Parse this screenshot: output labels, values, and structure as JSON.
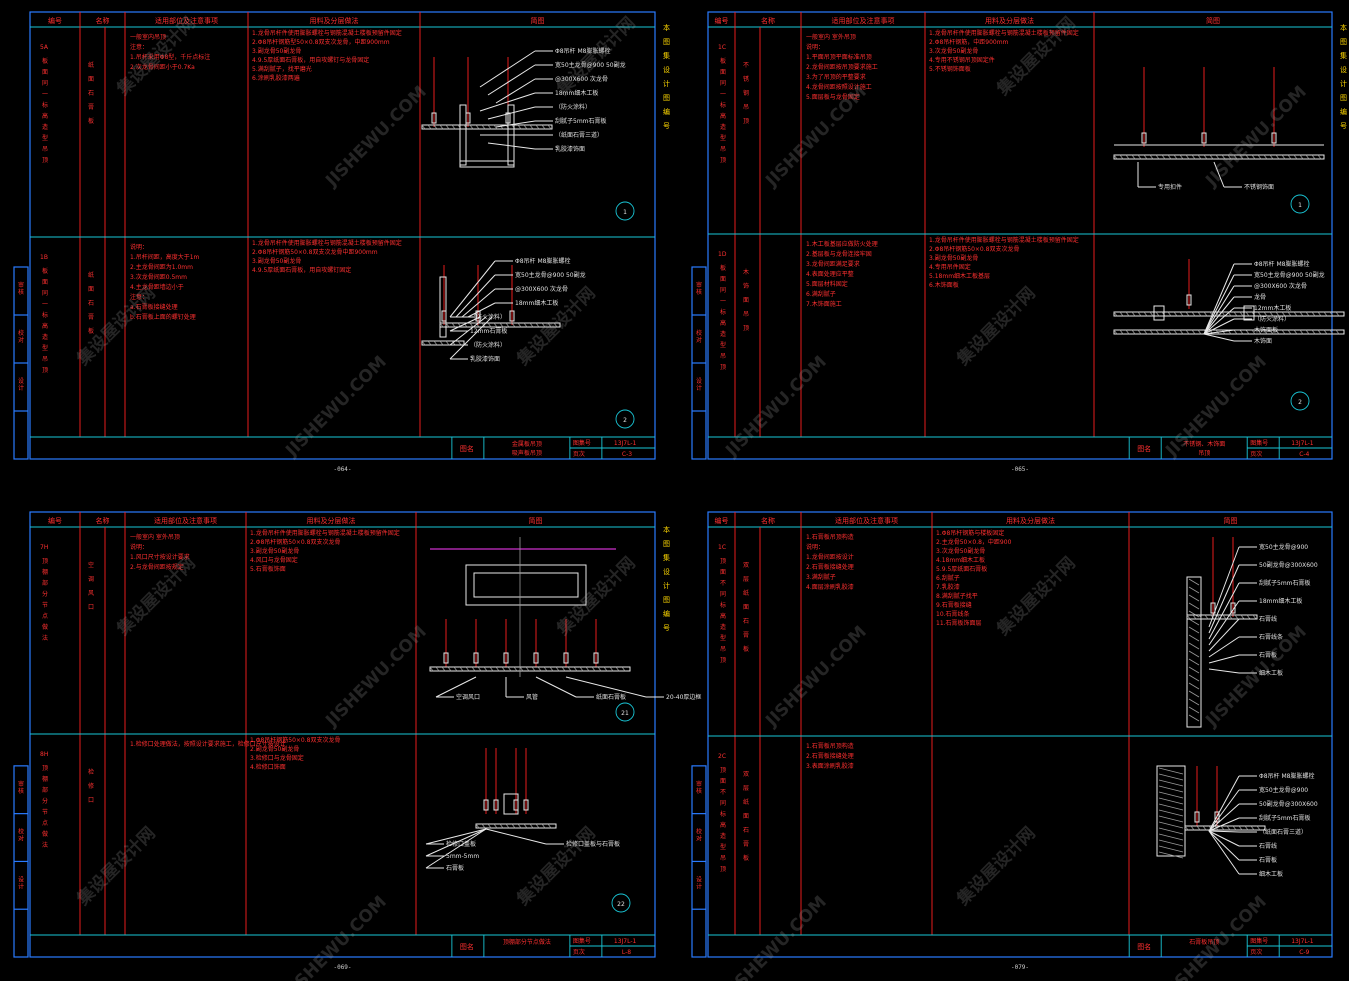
{
  "watermark": {
    "cn": "集设屋设计网",
    "en": "JISHEWU.COM"
  },
  "sheets": [
    {
      "headers": [
        "编号",
        "名称",
        "适用部位及注意事项",
        "用料及分层做法",
        "简图"
      ],
      "rows": [
        {
          "code": "5A 板面同一标高造型吊顶",
          "name": "纸面石膏板",
          "notes": [
            "一般室内吊顶",
            "注意：",
            "1.吊杆采用Φ8型，千斤点标注",
            "2.次龙骨间距小于0.7Ka"
          ],
          "layers": [
            "1.龙骨吊杆件使用膨胀螺栓与钢筋混凝土楼板预留件固定",
            "2.Φ8吊杆钢筋型50×0.8双支次龙骨，中距900mm",
            "3.副龙骨50副龙骨",
            "4.9.5厚纸面石膏板，用自攻螺钉与龙骨固定",
            "5.满刮腻子，找平磨光",
            "6.涂刷乳胶漆两遍"
          ],
          "labels": [
            "Φ8吊杆 M8膨胀螺栓",
            "宽50主龙骨@900 50副龙",
            "@300X600 次龙骨",
            "18mm细木工板",
            "（防火涂料）",
            "刮腻子5mm石膏板",
            "（纸面石膏三道）",
            "乳胶漆饰面"
          ],
          "num": "1"
        },
        {
          "code": "1B 板面同一标高造型吊顶",
          "name": "纸面石膏板",
          "notes": [
            "说明：",
            "1.吊杆间距，高度大于1m",
            "2.主龙骨间距为1.0mm",
            "3.次龙骨间距0.5mm",
            "4.主龙骨距墙边小于",
            "注意：",
            "a.石膏板接缝处理",
            "b.石膏板上面的螺钉处理"
          ],
          "layers": [
            "1.龙骨吊杆件使用膨胀螺栓与钢筋混凝土楼板预留件固定",
            "2.Φ8吊杆钢筋50×0.8双支次龙骨中距900mm",
            "3.副龙骨50副龙骨",
            "4.9.5厚纸面石膏板，用自攻螺钉固定"
          ],
          "labels": [
            "Φ8吊杆 M8膨胀螺栓",
            "宽50主龙骨@900 50副龙",
            "@300X600 次龙骨",
            "18mm细木工板",
            "（防火涂料）",
            "12mm石膏板",
            "（防火涂料）",
            "乳胶漆饰面"
          ],
          "num": "2"
        }
      ],
      "titlebar": {
        "label": "图名",
        "name": "金属板吊顶",
        "name2": "吸声板吊顶",
        "atlas_label": "图集号",
        "atlas": "13J7L-1",
        "page_label": "页次",
        "page": "C-3"
      },
      "page_no": "-064-"
    },
    {
      "headers": [
        "编号",
        "名称",
        "适用部位及注意事项",
        "用料及分层做法",
        "简图"
      ],
      "rows": [
        {
          "code": "1C 板面同一标高造型吊顶",
          "name": "不锈钢吊顶",
          "notes": [
            "一般室内 室外吊顶",
            "说明：",
            "1.平面吊顶平面标准吊顶",
            "2.龙骨间距按吊顶要求施工",
            "3.为了吊顶的平整要求",
            "4.龙骨间距按照设计施工",
            "5.面层板与龙骨固定"
          ],
          "layers": [
            "1.龙骨吊杆件使用膨胀螺栓与钢筋混凝土楼板预留件固定",
            "2.Φ8吊杆钢筋，中距900mm",
            "3.次龙骨50副龙骨",
            "4.专用不锈钢吊顶固定件",
            "5.不锈钢饰面板"
          ],
          "labels": [
            "专用扣件",
            "不锈钢饰面"
          ],
          "num": "1"
        },
        {
          "code": "1D 板面同一标高造型吊顶",
          "name": "木饰面吊顶",
          "notes": [
            "1.木工板基层应做防火处理",
            "2.基层板与龙骨连接牢固",
            "3.龙骨间距满足要求",
            "4.表面处理应平整",
            "5.面层材料固定",
            "6.满刮腻子",
            "7.木饰面施工"
          ],
          "layers": [
            "1.龙骨吊杆件使用膨胀螺栓与钢筋混凝土楼板预留件固定",
            "2.Φ8吊杆钢筋50×0.8双支次龙骨",
            "3.副龙骨50副龙骨",
            "4.专用吊件固定",
            "5.18mm细木工板基层",
            "6.木饰面板"
          ],
          "labels": [
            "Φ8吊杆 M8膨胀螺栓",
            "宽50主龙骨@900 50副龙",
            "@300X600 次龙骨",
            "龙骨",
            "12mm木工板",
            "（防火涂料）",
            "木饰面板",
            "木饰面"
          ],
          "num": "2"
        }
      ],
      "titlebar": {
        "label": "图名",
        "name": "不锈钢、木饰面",
        "name2": "吊顶",
        "atlas_label": "图集号",
        "atlas": "13J7L-1",
        "page_label": "页次",
        "page": "C-4"
      },
      "page_no": "-065-"
    },
    {
      "headers": [
        "编号",
        "名称",
        "适用部位及注意事项",
        "用料及分层做法",
        "简图"
      ],
      "rows": [
        {
          "code": "7H 顶棚部分节点做法",
          "name": "空调风口",
          "notes": [
            "一般室内 室外吊顶",
            "说明：",
            "1.风口尺寸按设计要求",
            "2.与龙骨间距按规定"
          ],
          "layers": [
            "1.龙骨吊杆件使用膨胀螺栓与钢筋混凝土楼板预留件固定",
            "2.Φ8吊杆钢筋50×0.8双支次龙骨",
            "3.副龙骨50副龙骨",
            "4.风口与龙骨固定",
            "5.石膏板饰面"
          ],
          "labels": [
            "空调风口",
            "风管",
            "纸面石膏板",
            "20-40厚边框"
          ],
          "num": "21"
        },
        {
          "code": "8H 顶棚部分节点做法",
          "name": "检修口",
          "notes": [
            "1.检修口处理做法，按照设计要求施工，检修口尺寸按设计"
          ],
          "layers": [
            "1.Φ8吊杆钢筋50×0.8双支次龙骨",
            "2.副龙骨50副龙骨",
            "3.检修口与龙骨固定",
            "4.检修口饰面"
          ],
          "labels": [
            "检修口盖板",
            "5mm-5mm",
            "石膏板",
            "检修口盖板与石膏板"
          ],
          "num": "22"
        }
      ],
      "titlebar": {
        "label": "图名",
        "name": "顶棚部分节点做法",
        "name2": "",
        "atlas_label": "图集号",
        "atlas": "13J7L-1",
        "page_label": "页次",
        "page": "L-8"
      },
      "page_no": "-069-"
    },
    {
      "headers": [
        "编号",
        "名称",
        "适用部位及注意事项",
        "用料及分层做法",
        "简图"
      ],
      "rows": [
        {
          "code": "1C 顶面不同标高造型吊顶",
          "name": "双层纸面石膏板",
          "notes": [
            "1.石膏板吊顶构造",
            "说明：",
            "1.龙骨间距按设计",
            "2.石膏板接缝处理",
            "3.满刮腻子",
            "4.面层涂刷乳胶漆"
          ],
          "layers": [
            "1.Φ8吊杆钢筋与楼板固定",
            "2.主龙骨50×0.8，中距900",
            "3.次龙骨50副龙骨",
            "4.18mm细木工板",
            "5.9.5厚纸面石膏板",
            "6.刮腻子",
            "7.乳胶漆",
            "8.满刮腻子找平",
            "9.石膏板接缝",
            "10.石膏线条",
            "11.石膏板饰面层"
          ],
          "labels": [
            "宽50主龙骨@900",
            "50副龙骨@300X600",
            "刮腻子5mm石膏板",
            "18mm细木工板",
            "石膏线",
            "石膏线条",
            "石膏板",
            "细木工板"
          ],
          "num": "1"
        },
        {
          "code": "2C 顶面不同标高造型吊顶",
          "name": "双层纸面石膏板",
          "notes": [
            "1.石膏板吊顶构造",
            "2.石膏板接缝处理",
            "3.表面涂刷乳胶漆"
          ],
          "layers": [],
          "labels": [
            "Φ8吊杆 M8膨胀螺栓",
            "宽50主龙骨@900",
            "50副龙骨@300X600",
            "刮腻子5mm石膏板",
            "（纸面石膏三道）",
            "石膏线",
            "石膏板",
            "细木工板"
          ],
          "num": "2"
        }
      ],
      "titlebar": {
        "label": "图名",
        "name": "石膏板吊顶",
        "name2": "",
        "atlas_label": "图集号",
        "atlas": "13J7L-1",
        "page_label": "页次",
        "page": "C-9"
      },
      "page_no": "-079-"
    }
  ],
  "side_labels": [
    "审核",
    "校对",
    "设计"
  ],
  "right_margin_note": "本图集设计图编号"
}
